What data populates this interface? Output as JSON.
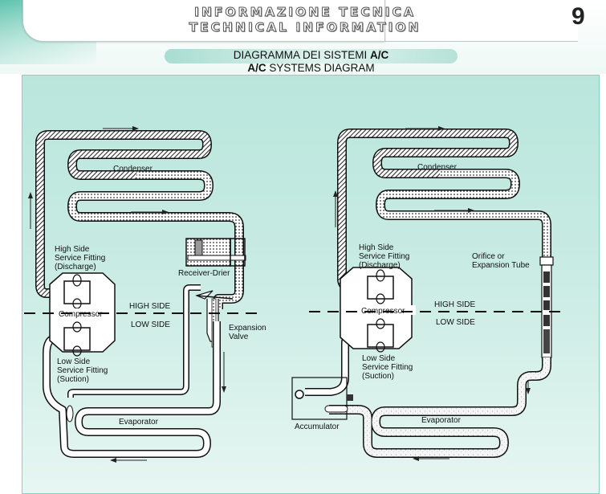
{
  "header": {
    "title_it": "INFORMAZIONE TECNICA",
    "title_en": "TECHNICAL INFORMATION",
    "page_number": "9"
  },
  "subtitle": {
    "it_prefix": "DIAGRAMMA DEI SISTEMI ",
    "it_suffix": "A/C",
    "en_prefix": "A/C",
    "en_suffix": " SYSTEMS DIAGRAM"
  },
  "diagrams": [
    {
      "name": "expansion-valve-system",
      "labels": {
        "condenser": "Condenser",
        "high_side_fitting": [
          "High Side",
          "Service Fitting",
          "(Discharge)"
        ],
        "receiver_drier": "Receiver-Drier",
        "compressor": "Compressor",
        "high_side": "HIGH SIDE",
        "low_side": "LOW SIDE",
        "expansion_valve": [
          "Expansion",
          "Valve"
        ],
        "low_side_fitting": [
          "Low Side",
          "Service Fitting",
          "(Suction)"
        ],
        "evaporator": "Evaporator"
      }
    },
    {
      "name": "orifice-tube-system",
      "labels": {
        "condenser": "Condenser",
        "high_side_fitting": [
          "High Side",
          "Service Fitting",
          "(Discharge)"
        ],
        "orifice": [
          "Orifice or",
          "Expansion Tube"
        ],
        "compressor": "Compressor",
        "high_side": "HIGH SIDE",
        "low_side": "LOW SIDE",
        "low_side_fitting": [
          "Low Side",
          "Service Fitting",
          "(Suction)"
        ],
        "accumulator": "Accumulator",
        "evaporator": "Evaporator"
      }
    }
  ],
  "colors": {
    "accent": "#5cc2ad",
    "panel": "#c8ebe3",
    "ink": "#111111"
  }
}
